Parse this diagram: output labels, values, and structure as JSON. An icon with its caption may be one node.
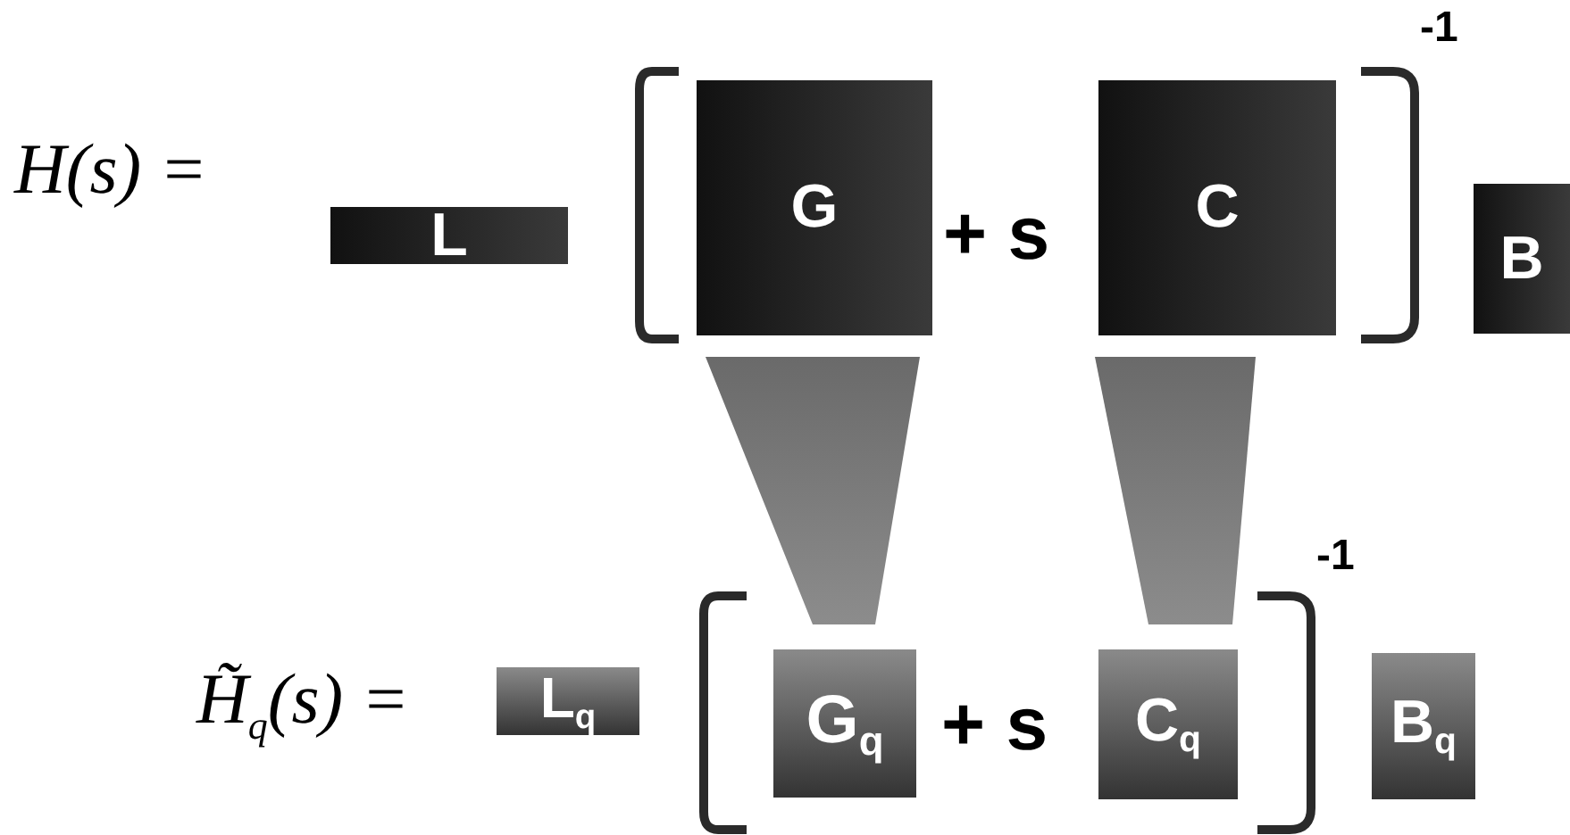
{
  "diagram": {
    "nodes": [
      {
        "text": [
          "L"
        ]
      },
      {
        "text": [
          "G"
        ]
      },
      {
        "text": [
          "C"
        ]
      },
      {
        "text": [
          "B"
        ]
      },
      {
        "text": [
          "L$_{q}$"
        ]
      },
      {
        "text": [
          "G$_{q}$"
        ]
      },
      {
        "text": [
          "C$_{q}$"
        ]
      },
      {
        "text": [
          "B$_{q}$"
        ]
      }
    ],
    "edges": [
      {
        "from": 1,
        "to": 5,
        "arrow": "none"
      },
      {
        "from": 2,
        "to": 6,
        "arrow": "none"
      }
    ],
    "labels": [
      "H(s) =",
      "+ s",
      "-1",
      "H̃$_{q}$(s) =",
      "+ s",
      "-1"
    ]
  }
}
